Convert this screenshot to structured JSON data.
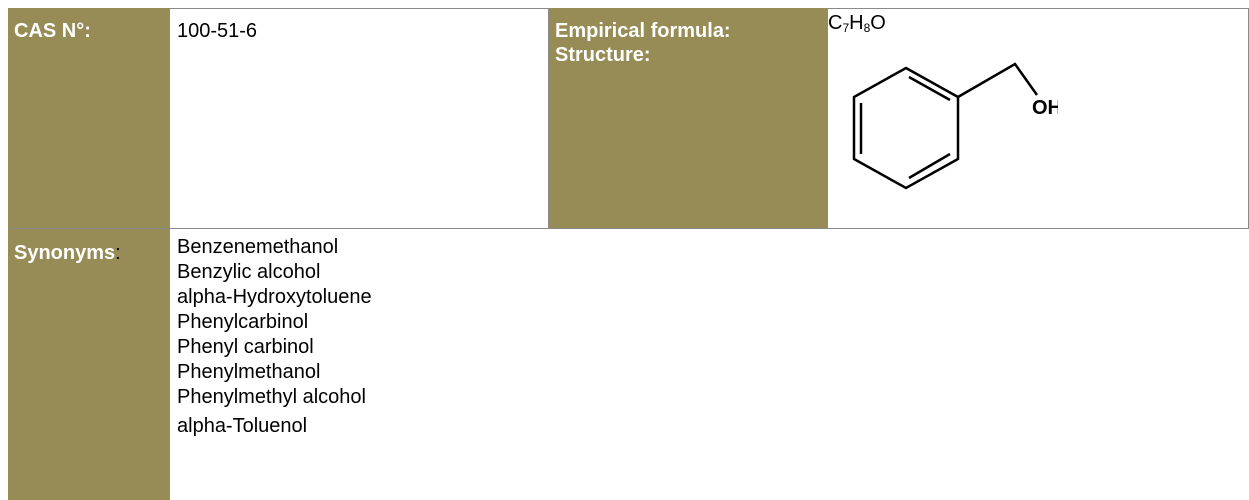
{
  "identity": {
    "cas_label": "CAS N°:",
    "cas_number": "100-51-6",
    "empirical_formula_label": "Empirical formula:",
    "structure_label": "Structure:",
    "formula": {
      "c": "C",
      "c_count": "7",
      "h": "H",
      "h_count": "8",
      "o": "O"
    },
    "structure_hydroxyl": "OH"
  },
  "synonyms": {
    "label": "Synonyms",
    "label_suffix": ":",
    "items": [
      "Benzenemethanol",
      "Benzylic alcohol",
      "alpha-Hydroxytoluene",
      "Phenylcarbinol",
      "Phenyl carbinol",
      "Phenylmethanol",
      "Phenylmethyl alcohol",
      "alpha-Toluenol"
    ]
  },
  "colors": {
    "header_bg": "#978b56",
    "header_text": "#ffffff",
    "grid_line": "#8a8a8a"
  }
}
